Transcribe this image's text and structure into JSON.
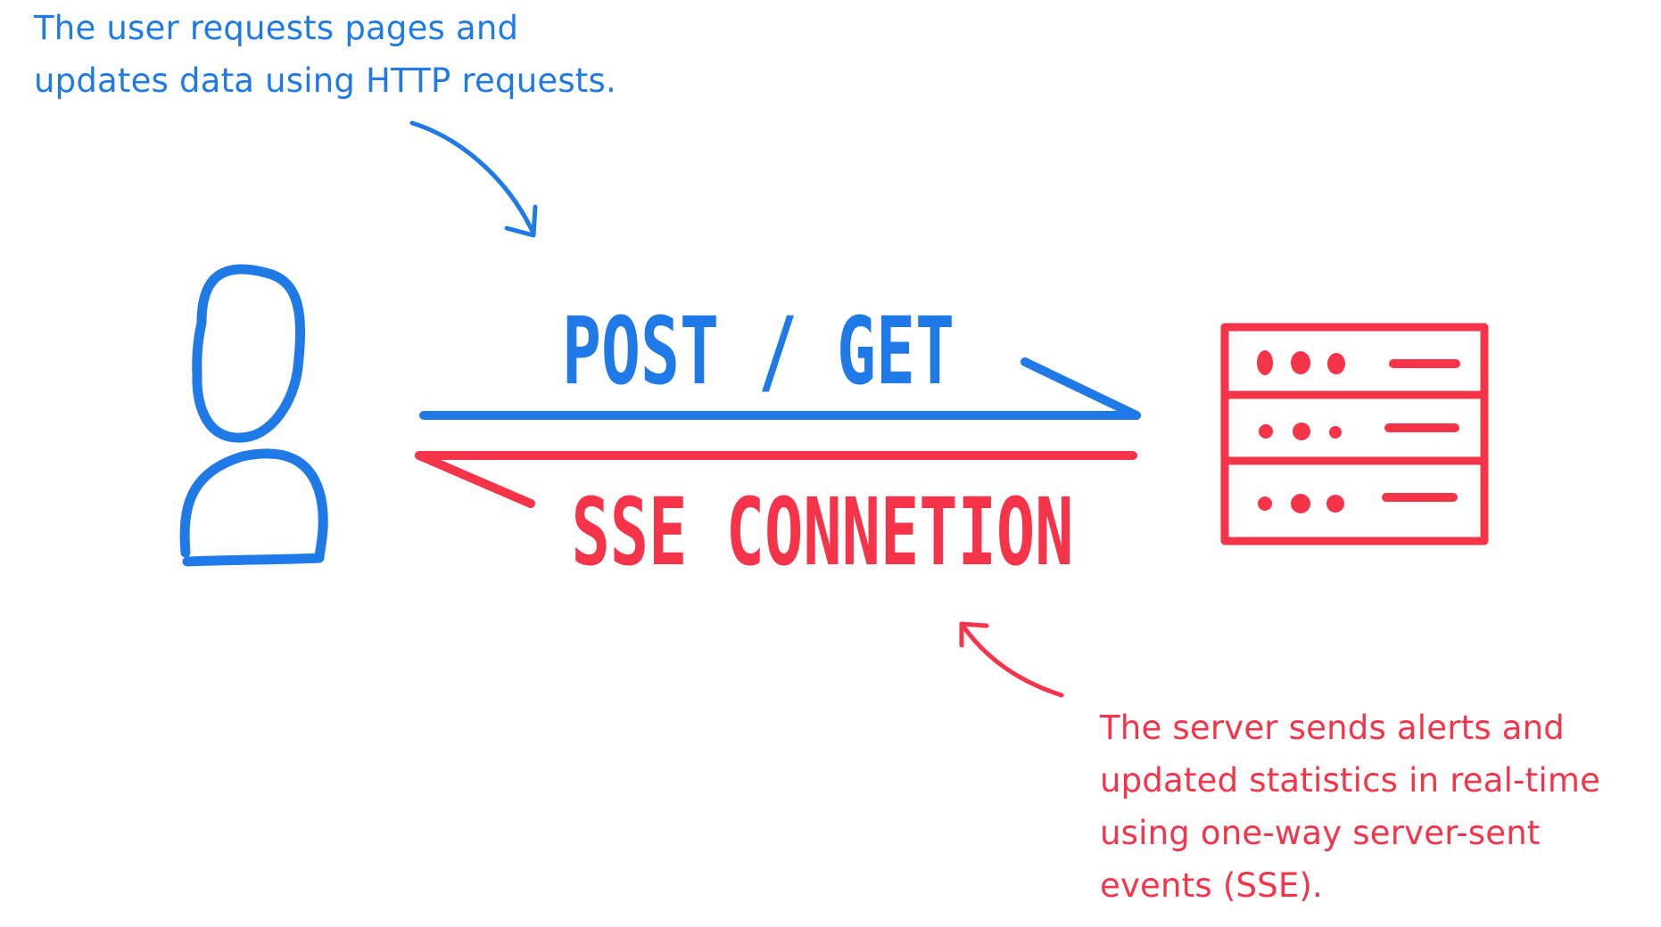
{
  "colors": {
    "blue": "#1f7ae8",
    "red": "#f5344a",
    "background": "#ffffff"
  },
  "top_note": {
    "lines": [
      "The user requests pages and",
      "updates data using HTTP requests."
    ]
  },
  "request_label": "POST / GET",
  "connection_label": "SSE CONNETION",
  "bottom_note": {
    "lines": [
      "The server sends alerts and",
      "updated statistics in real-time",
      "using one-way server-sent",
      "events (SSE)."
    ]
  },
  "icons": {
    "user": "user-icon",
    "server": "server-rack-icon"
  }
}
